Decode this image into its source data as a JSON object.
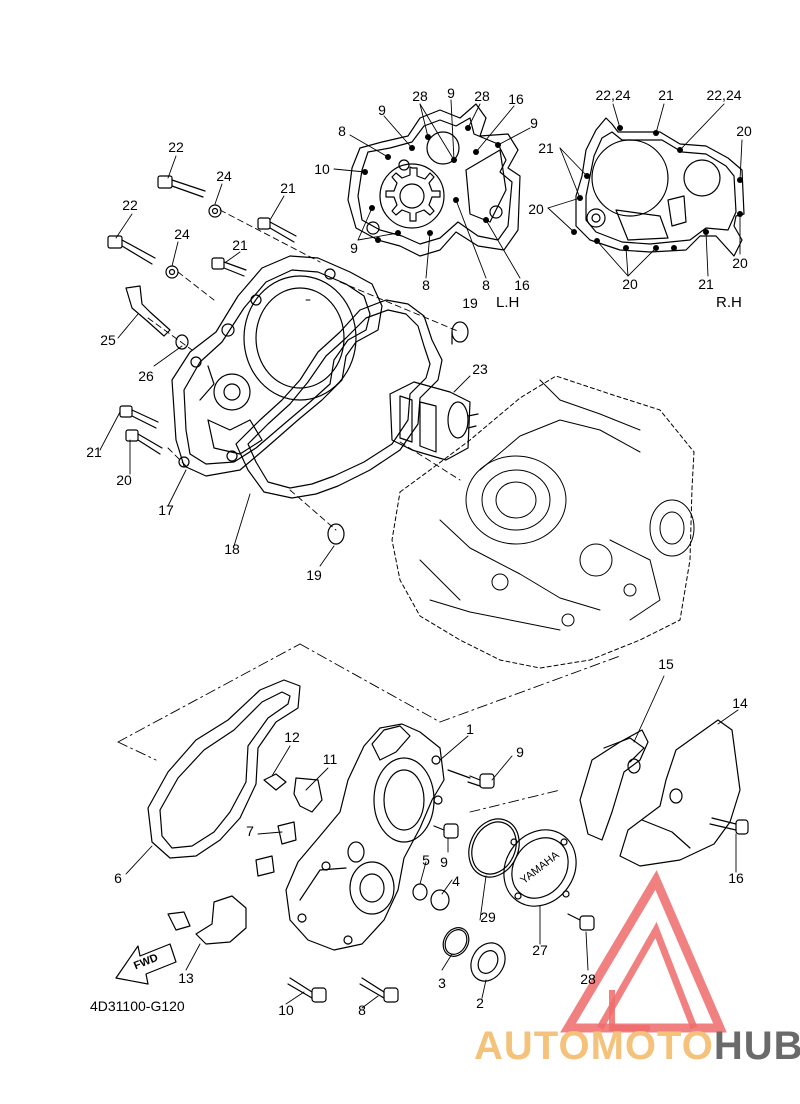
{
  "diagram_code": "4D31100-G120",
  "side_left": "L.H",
  "side_right": "R.H",
  "fwd_label": "FWD",
  "cover_text": "YAMAHA",
  "watermark": {
    "part1": "AUTOMOTO",
    "part2": "HUB",
    "color1": "#f4c27a",
    "color2": "#6a6a6a",
    "logo_color": "#ef6b6b"
  },
  "callouts": [
    "1",
    "2",
    "3",
    "4",
    "5",
    "6",
    "7",
    "8",
    "9",
    "10",
    "11",
    "12",
    "13",
    "14",
    "15",
    "16",
    "17",
    "18",
    "19",
    "20",
    "21",
    "22",
    "23",
    "24",
    "25",
    "26",
    "27",
    "28",
    "29"
  ],
  "labels": {
    "l1": "1",
    "l2": "2",
    "l3": "3",
    "l4": "4",
    "l5": "5",
    "l6": "6",
    "l7": "7",
    "l8": "8",
    "l8b": "8",
    "l9": "9",
    "l9b": "9",
    "l10": "10",
    "l11": "11",
    "l12": "12",
    "l13": "13",
    "l14": "14",
    "l15": "15",
    "l16": "16",
    "l17": "17",
    "l18": "18",
    "l19a": "19",
    "l19b": "19",
    "l20": "20",
    "l21a": "21",
    "l21b": "21",
    "l21c": "21",
    "l22a": "22",
    "l22b": "22",
    "l23": "23",
    "l24a": "24",
    "l24b": "24",
    "l25": "25",
    "l26": "26",
    "l27": "27",
    "l28": "28",
    "l29": "29",
    "g8a": "8",
    "g9a": "9",
    "g28a": "28",
    "g9b": "9",
    "g28b": "28",
    "g16a": "16",
    "g9c": "9",
    "g10": "10",
    "g9d": "9",
    "g8b": "8",
    "g8c": "8",
    "g16b": "16",
    "r2224a": "22,24",
    "r21a": "21",
    "r2224b": "22,24",
    "r20a": "20",
    "r21b": "21",
    "r20b": "20",
    "r20c": "20",
    "r20d": "20",
    "r21c": "21"
  }
}
